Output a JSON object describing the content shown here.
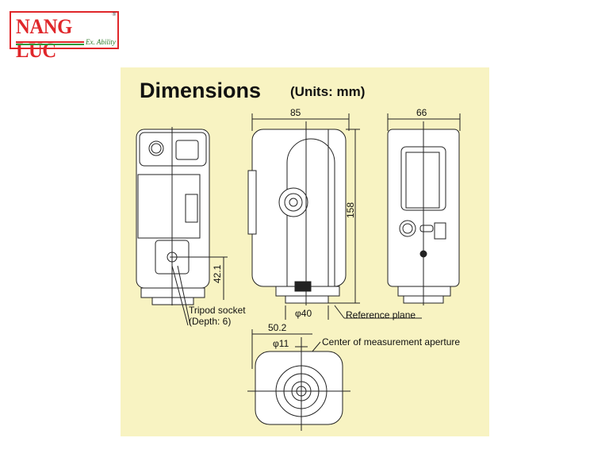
{
  "logo": {
    "name": "NANG LUC",
    "registered": "®",
    "tagline": "Ex. Ability"
  },
  "diagram": {
    "title": "Dimensions",
    "units": "(Units: mm)",
    "width_front": "85",
    "width_back": "66",
    "height": "158",
    "tripod_height": "42.1",
    "base_diameter": "φ40",
    "bottom_width": "50.2",
    "aperture_diameter": "φ11",
    "tripod_label": "Tripod socket",
    "tripod_depth": "(Depth: 6)",
    "reference_plane": "Reference plane",
    "aperture_center": "Center of measurement aperture"
  }
}
